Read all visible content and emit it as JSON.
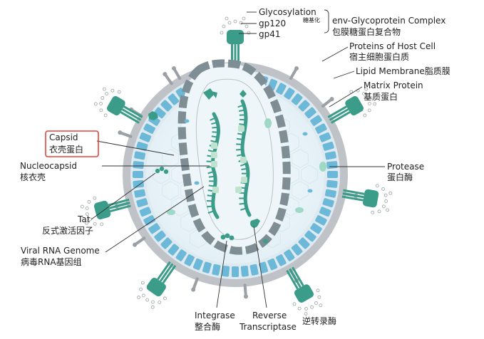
{
  "labels": {
    "glycosylation": "Glycosylation",
    "glycosylation_cn": "糖基化",
    "gp120": "gp120",
    "gp41": "gp41",
    "env_complex": "env-Glycoprotein Complex",
    "env_complex_cn": "包膜糖蛋白复合物",
    "host_proteins": "Proteins of Host Cell",
    "host_proteins_cn": "宿主细胞蛋白质",
    "lipid_membrane": "Lipid Membrane脂质膜",
    "matrix_protein": "Matrix Protein",
    "matrix_protein_cn": "基质蛋白",
    "capsid": "Capsid",
    "capsid_cn": "衣壳蛋白",
    "nucleocapsid": "Nucleocapsid",
    "nucleocapsid_cn": "核衣壳",
    "protease": "Protease",
    "protease_cn": "蛋白酶",
    "tat": "Tat",
    "tat_cn": "反式激活因子",
    "viral_rna": "Viral RNA Genome",
    "viral_rna_cn": "病毒RNA基因组",
    "integrase": "Integrase",
    "integrase_cn": "整合酶",
    "reverse": "Reverse",
    "transcriptase": "Transcriptase",
    "reverse_transcriptase_cn": "逆转录酶"
  },
  "colors": {
    "outer_membrane": "#bfc3c7",
    "matrix": "#6cb8d8",
    "interior": "#eaf4f8",
    "capsid_shell": "#7f8e95",
    "protein_teal": "#3a9c89",
    "protein_light": "#9fd8c4",
    "highlight": "#e0453a"
  }
}
